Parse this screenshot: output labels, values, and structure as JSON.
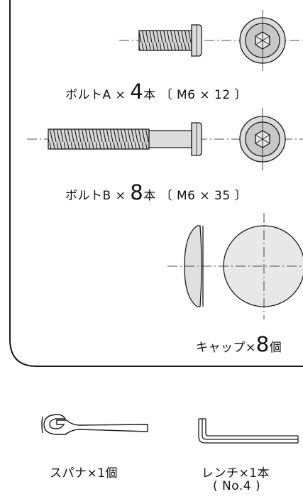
{
  "parts": {
    "bolt_a": {
      "name": "ボルトA",
      "times": "×",
      "qty": "4",
      "unit": "本",
      "spec": "〔 M6 × 12 〕"
    },
    "bolt_b": {
      "name": "ボルトB",
      "times": "×",
      "qty": "8",
      "unit": "本",
      "spec": "〔 M6 × 35 〕"
    },
    "cap": {
      "name": "キャップ",
      "times": "×",
      "qty": "8",
      "unit": "個"
    }
  },
  "tools": {
    "spanner": {
      "label": "スパナ×1個"
    },
    "wrench": {
      "label": "レンチ×1本",
      "sub": "( No.4 )"
    }
  },
  "colors": {
    "line": "#1a1a1a",
    "fill": "#cfcfcf",
    "fill_light": "#e4e4e4"
  }
}
